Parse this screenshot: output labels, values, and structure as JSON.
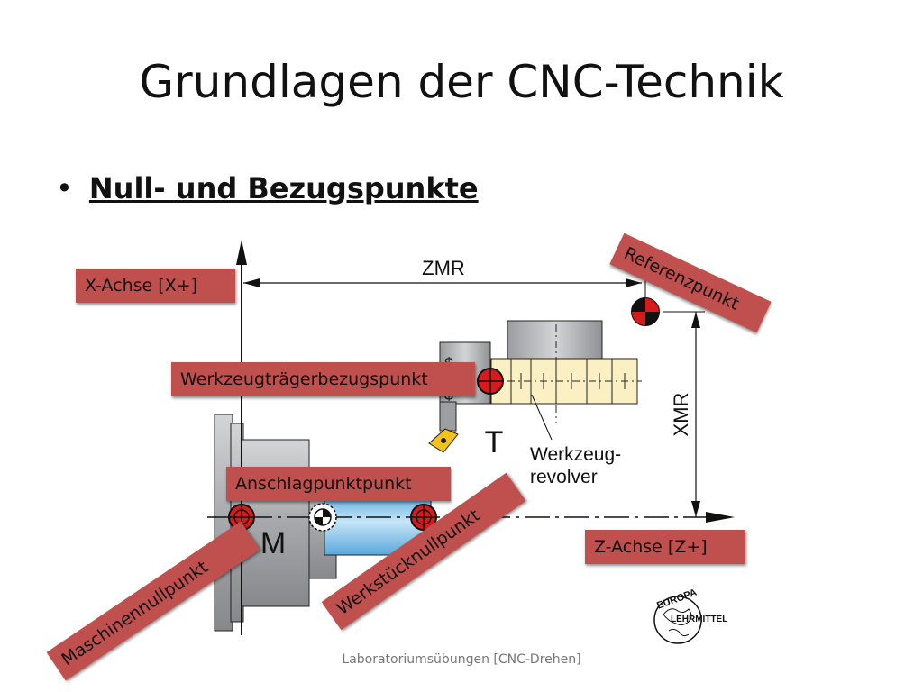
{
  "slide": {
    "title": "Grundlagen der CNC-Technik",
    "bullet_symbol": "•",
    "bullet": "Null- und Bezugspunkte",
    "footer": "Laboratoriumsübungen [CNC-Drehen]"
  },
  "labels": {
    "x_axis": "X-Achse [X+]",
    "z_axis": "Z-Achse [Z+]",
    "referenzpunkt": "Referenzpunkt",
    "werkzeugtraeger": "Werkzeugträgerbezugspunkt",
    "anschlagpunkt": "Anschlagpunktpunkt",
    "maschinennullpunkt": "Maschinennullpunkt",
    "werkstuecknullpunkt": "Werkstücknullpunkt"
  },
  "diagram": {
    "zmr": "ZMR",
    "xmr": "XMR",
    "t": "T",
    "m": "M",
    "revolver_line1": "Werkzeug-",
    "revolver_line2": "revolver",
    "logo_top": "EUROPA",
    "logo_side": "LEHRMITTEL"
  },
  "colors": {
    "label_bg": "#c0504d",
    "point_red": "#d91a1a",
    "machine_gray": "#a9abae",
    "workpiece_blue": "#9ecff0",
    "revolver_cream": "#fbf0c4"
  }
}
